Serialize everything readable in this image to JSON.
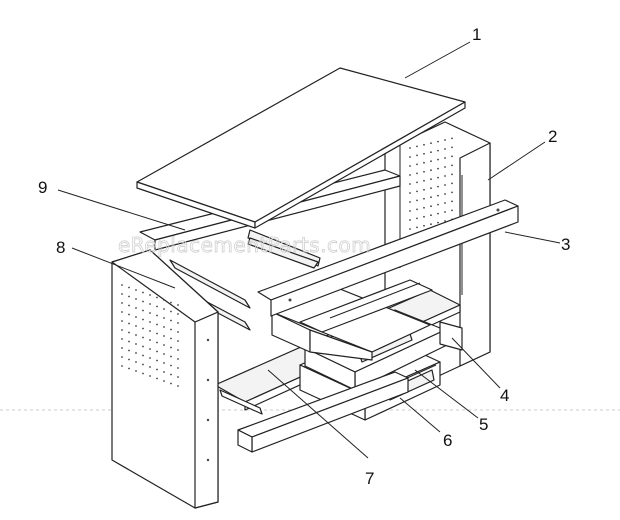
{
  "callouts": [
    {
      "label": "1"
    },
    {
      "label": "2"
    },
    {
      "label": "3"
    },
    {
      "label": "4"
    },
    {
      "label": "5"
    },
    {
      "label": "6"
    },
    {
      "label": "7"
    },
    {
      "label": "8"
    },
    {
      "label": "9"
    }
  ],
  "watermark": "eReplacementParts.com"
}
